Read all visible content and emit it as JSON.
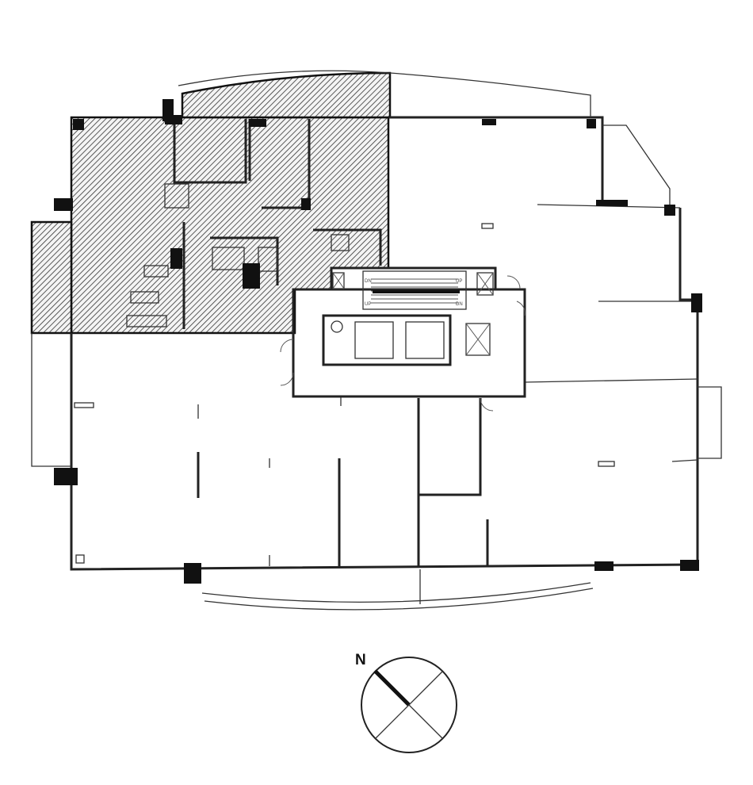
{
  "compass": {
    "north_label": "N"
  },
  "stair_labels": {
    "dn_left": "DN",
    "up_right": "UP",
    "up_left": "UP",
    "dn_right": "DN"
  },
  "colors": {
    "line": "#222222",
    "hatch": "#333333",
    "background": "#ffffff"
  }
}
